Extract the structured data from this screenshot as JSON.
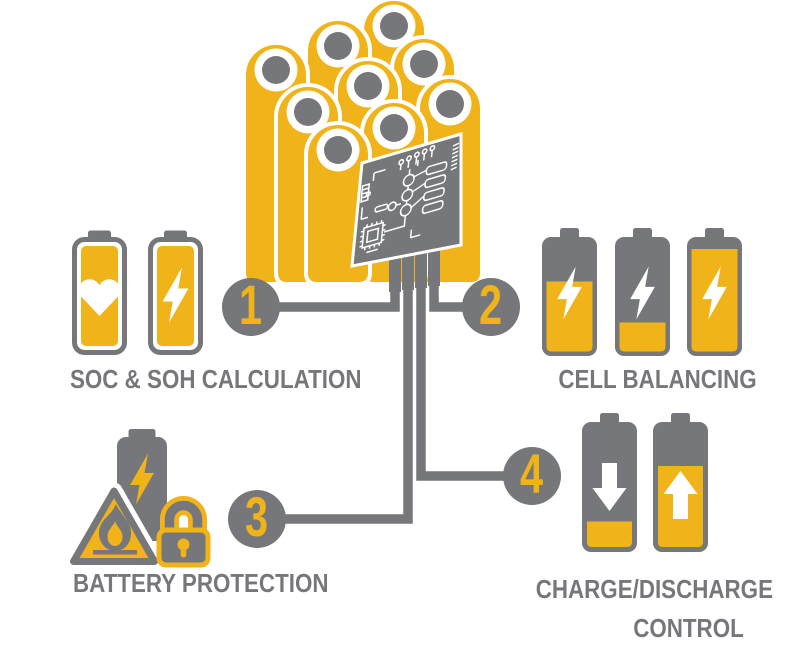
{
  "colors": {
    "yellow": "#F0B41A",
    "gray": "#76777B",
    "white": "#FFFFFF"
  },
  "center_illustration": {
    "icons": [
      "battery-cell-pack-icon",
      "bms-circuit-board-icon"
    ],
    "cell_count": 9,
    "connector_count": 4
  },
  "features": [
    {
      "number": "1",
      "label": "SOC & SOH CALCULATION",
      "icons": [
        "heart-battery-icon",
        "bolt-battery-icon"
      ]
    },
    {
      "number": "2",
      "label": "CELL BALANCING",
      "icons": [
        "battery-level-mid-icon",
        "battery-level-low-icon",
        "battery-level-full-icon"
      ],
      "fill_levels_percent": [
        60,
        28,
        93
      ]
    },
    {
      "number": "3",
      "label": "BATTERY PROTECTION",
      "icons": [
        "bolt-battery-icon",
        "flammable-warning-triangle-icon",
        "padlock-icon"
      ]
    },
    {
      "number": "4",
      "label": "CHARGE/DISCHARGE",
      "label_line2": "CONTROL",
      "icons": [
        "discharge-battery-icon",
        "charge-battery-icon"
      ]
    }
  ]
}
